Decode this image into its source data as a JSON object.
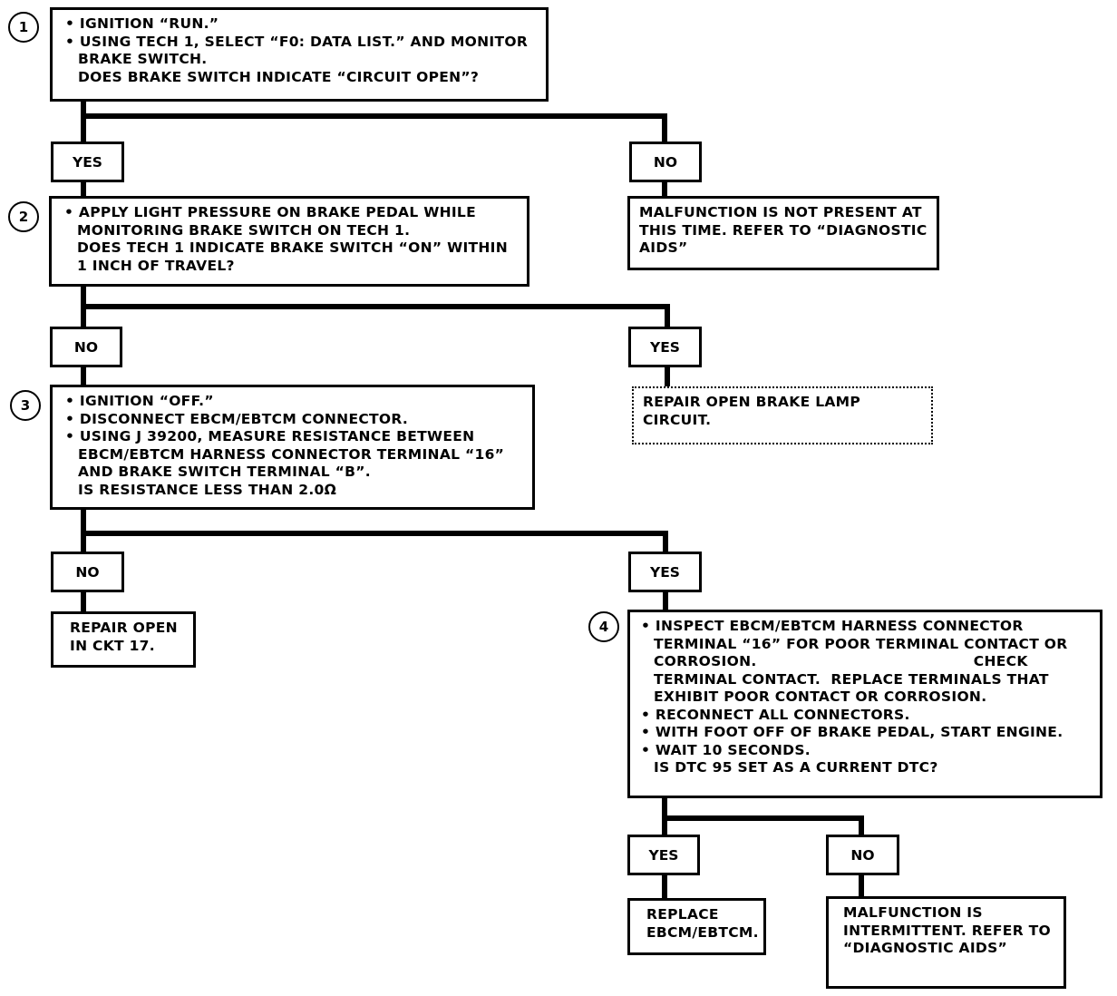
{
  "steps": [
    {
      "number": "1",
      "lines": [
        "• IGNITION “RUN.”",
        "• USING TECH 1, SELECT “F0: DATA LIST.” AND MONITOR",
        "BRAKE SWITCH.",
        "DOES BRAKE SWITCH INDICATE “CIRCUIT OPEN”?"
      ]
    },
    {
      "number": "2",
      "lines": [
        "• APPLY LIGHT PRESSURE ON BRAKE PEDAL WHILE",
        "MONITORING BRAKE SWITCH ON TECH 1.",
        "DOES TECH 1 INDICATE BRAKE SWITCH “ON” WITHIN",
        "1 INCH OF TRAVEL?"
      ]
    },
    {
      "number": "3",
      "lines": [
        "• IGNITION “OFF.”",
        "• DISCONNECT EBCM/EBTCM CONNECTOR.",
        "• USING J 39200, MEASURE RESISTANCE BETWEEN",
        "EBCM/EBTCM HARNESS CONNECTOR TERMINAL “16”",
        "AND BRAKE SWITCH TERMINAL “B”.",
        "IS RESISTANCE LESS THAN 2.0Ω"
      ]
    },
    {
      "number": "4",
      "lines": [
        "• INSPECT EBCM/EBTCM HARNESS CONNECTOR",
        "TERMINAL “16” FOR POOR TERMINAL CONTACT OR",
        "CORROSION.                                          CHECK",
        "TERMINAL CONTACT.  REPLACE TERMINALS THAT",
        "EXHIBIT POOR CONTACT OR CORROSION.",
        "• RECONNECT ALL CONNECTORS.",
        "• WITH FOOT OFF OF BRAKE PEDAL, START ENGINE.",
        "• WAIT 10 SECONDS.",
        "IS DTC 95 SET AS A CURRENT DTC?"
      ]
    }
  ],
  "branches": {
    "s1_yes": "YES",
    "s1_no": "NO",
    "s2_no": "NO",
    "s2_yes": "YES",
    "s3_no": "NO",
    "s3_yes": "YES",
    "s4_yes": "YES",
    "s4_no": "NO"
  },
  "outcomes": {
    "s1_no": [
      "MALFUNCTION IS NOT PRESENT AT",
      "THIS TIME. REFER TO “DIAGNOSTIC",
      "AIDS”"
    ],
    "s2_yes": [
      "REPAIR OPEN BRAKE LAMP",
      "CIRCUIT."
    ],
    "s3_no": [
      "REPAIR OPEN",
      "IN CKT 17."
    ],
    "s4_yes": [
      "REPLACE",
      "EBCM/EBTCM."
    ],
    "s4_no": [
      "MALFUNCTION IS",
      "INTERMITTENT. REFER TO",
      "“DIAGNOSTIC AIDS”"
    ]
  }
}
